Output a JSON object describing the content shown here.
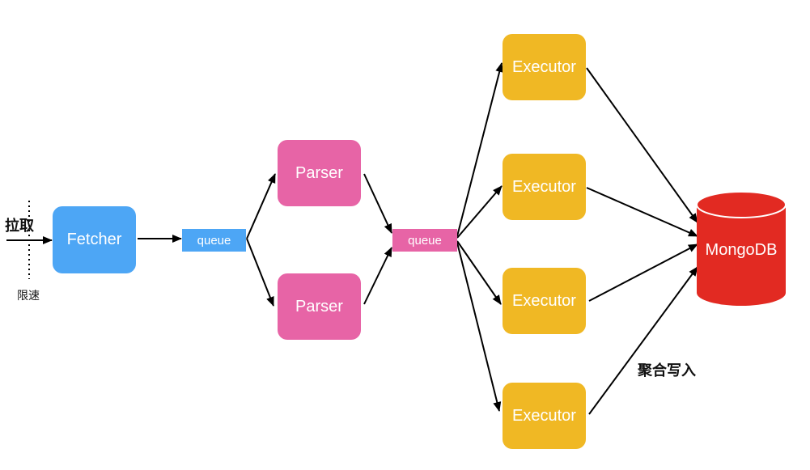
{
  "labels": {
    "pull": "拉取",
    "rate_limit": "限速",
    "aggregate_write": "聚合写入"
  },
  "nodes": {
    "fetcher": "Fetcher",
    "queue1": "queue",
    "parser1": "Parser",
    "parser2": "Parser",
    "queue2": "queue",
    "executor1": "Executor",
    "executor2": "Executor",
    "executor3": "Executor",
    "executor4": "Executor",
    "database": "MongoDB"
  },
  "colors": {
    "fetcher": "#4da6f5",
    "queue1": "#4da6f5",
    "parser": "#e764a6",
    "queue2": "#e764a6",
    "executor": "#f0b824",
    "database": "#e22a22",
    "arrow": "#000000"
  }
}
